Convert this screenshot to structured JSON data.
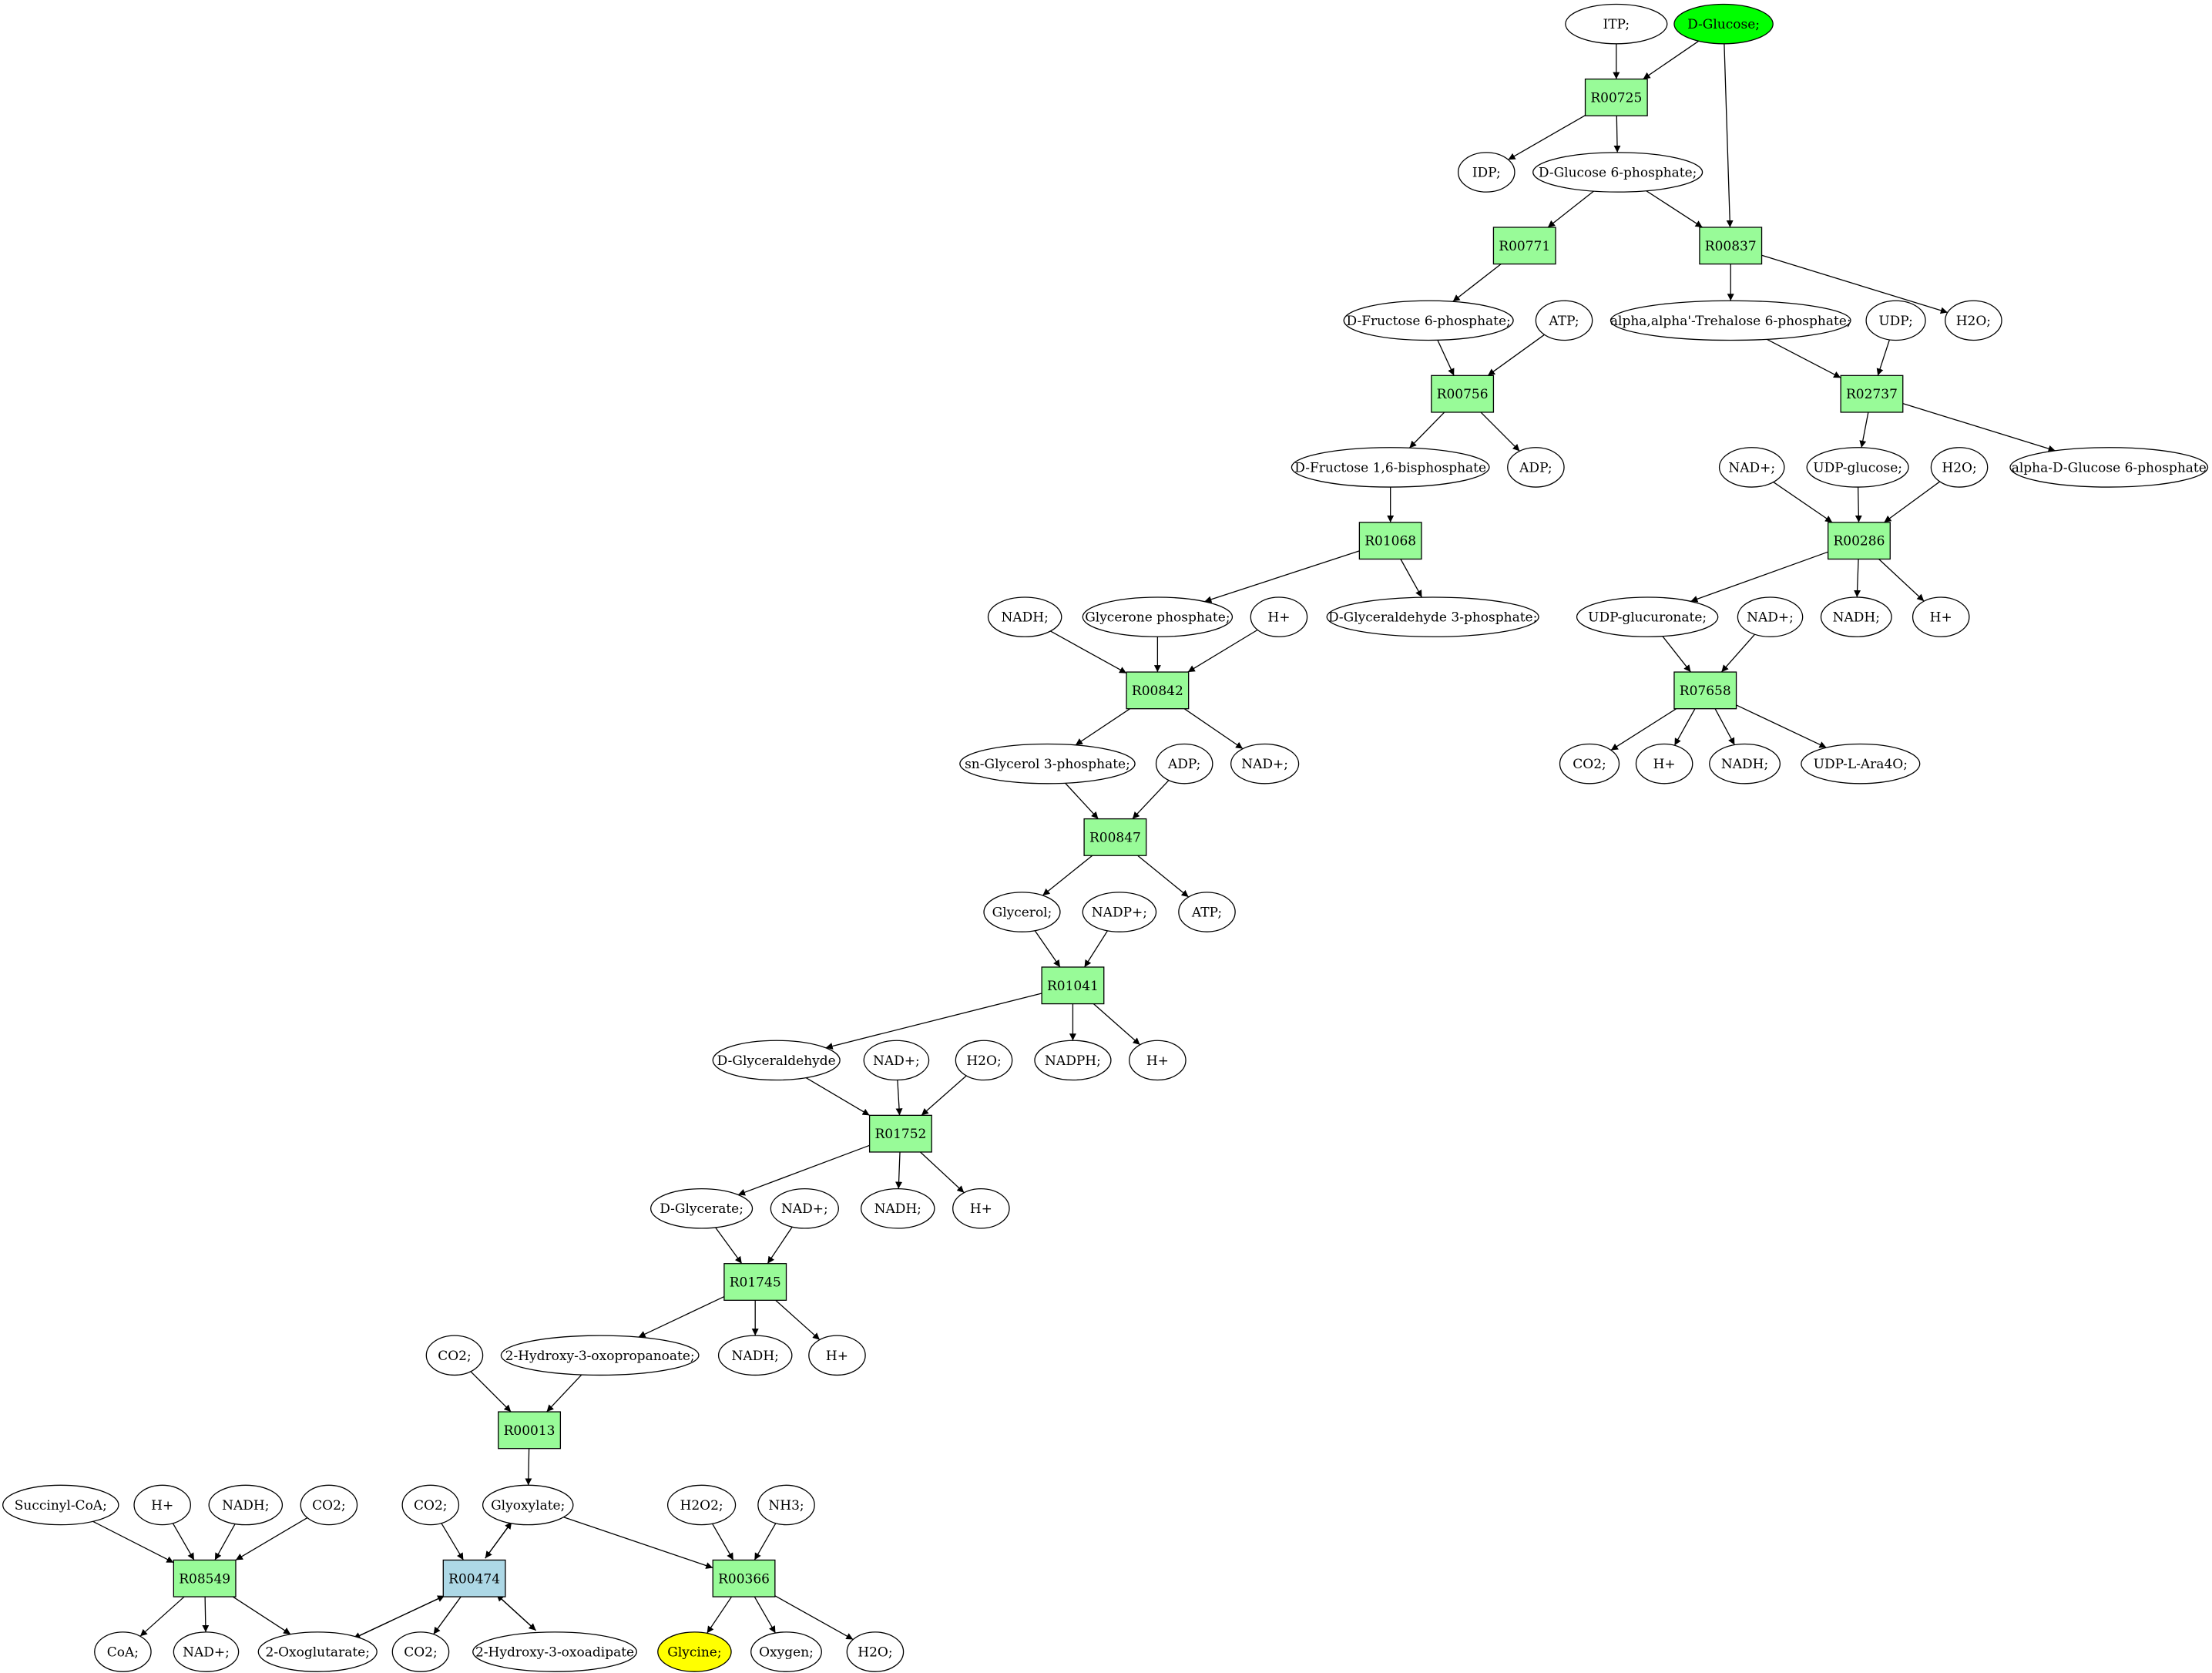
{
  "colors": {
    "compound_default": "#ffffff",
    "reaction_default": "#98fb98",
    "reaction_highlight": "#add8e6",
    "source_compound": "#00ff00",
    "target_compound": "#ffff00"
  },
  "compounds": [
    {
      "id": "itp",
      "label": "ITP;"
    },
    {
      "id": "dglucose",
      "label": "D-Glucose;",
      "fill": "#00ff00"
    },
    {
      "id": "idp",
      "label": "IDP;"
    },
    {
      "id": "g6p",
      "label": "D-Glucose 6-phosphate;"
    },
    {
      "id": "f6p",
      "label": "D-Fructose 6-phosphate;"
    },
    {
      "id": "atp1",
      "label": "ATP;"
    },
    {
      "id": "trehalose6p",
      "label": "alpha,alpha'-Trehalose 6-phosphate;"
    },
    {
      "id": "udp",
      "label": "UDP;"
    },
    {
      "id": "h2o1",
      "label": "H2O;"
    },
    {
      "id": "fbp",
      "label": "D-Fructose 1,6-bisphosphate"
    },
    {
      "id": "adp1",
      "label": "ADP;"
    },
    {
      "id": "nadp1",
      "label": "NAD+;"
    },
    {
      "id": "udpglc",
      "label": "UDP-glucose;"
    },
    {
      "id": "h2o2",
      "label": "H2O;"
    },
    {
      "id": "aglc6p",
      "label": "alpha-D-Glucose 6-phosphate"
    },
    {
      "id": "nadh1",
      "label": "NADH;"
    },
    {
      "id": "dhap",
      "label": "Glycerone phosphate;"
    },
    {
      "id": "hplus1",
      "label": "H+"
    },
    {
      "id": "gap",
      "label": "D-Glyceraldehyde 3-phosphate;"
    },
    {
      "id": "udpglcu",
      "label": "UDP-glucuronate;"
    },
    {
      "id": "nadp2",
      "label": "NAD+;"
    },
    {
      "id": "nadh2",
      "label": "NADH;"
    },
    {
      "id": "hplus2",
      "label": "H+"
    },
    {
      "id": "g3p",
      "label": "sn-Glycerol 3-phosphate;"
    },
    {
      "id": "adp2",
      "label": "ADP;"
    },
    {
      "id": "nadp3",
      "label": "NAD+;"
    },
    {
      "id": "co2a",
      "label": "CO2;"
    },
    {
      "id": "hplus3",
      "label": "H+"
    },
    {
      "id": "nadh3",
      "label": "NADH;"
    },
    {
      "id": "udpara",
      "label": "UDP-L-Ara4O;"
    },
    {
      "id": "glycerol",
      "label": "Glycerol;"
    },
    {
      "id": "nadpplus",
      "label": "NADP+;"
    },
    {
      "id": "atp2",
      "label": "ATP;"
    },
    {
      "id": "glyceraldehyde",
      "label": "D-Glyceraldehyde"
    },
    {
      "id": "nadp4",
      "label": "NAD+;"
    },
    {
      "id": "h2o3",
      "label": "H2O;"
    },
    {
      "id": "nadph",
      "label": "NADPH;"
    },
    {
      "id": "hplus4",
      "label": "H+"
    },
    {
      "id": "glycerate",
      "label": "D-Glycerate;"
    },
    {
      "id": "nadp5",
      "label": "NAD+;"
    },
    {
      "id": "nadh4",
      "label": "NADH;"
    },
    {
      "id": "hplus5",
      "label": "H+"
    },
    {
      "id": "co2b",
      "label": "CO2;"
    },
    {
      "id": "hydroxyoxo",
      "label": "2-Hydroxy-3-oxopropanoate;"
    },
    {
      "id": "nadh5",
      "label": "NADH;"
    },
    {
      "id": "hplus6",
      "label": "H+"
    },
    {
      "id": "succoa",
      "label": "Succinyl-CoA;"
    },
    {
      "id": "hplus7",
      "label": "H+"
    },
    {
      "id": "nadh6",
      "label": "NADH;"
    },
    {
      "id": "co2c",
      "label": "CO2;"
    },
    {
      "id": "co2d",
      "label": "CO2;"
    },
    {
      "id": "glyoxylate",
      "label": "Glyoxylate;"
    },
    {
      "id": "h2o2b",
      "label": "H2O2;"
    },
    {
      "id": "nh3",
      "label": "NH3;"
    },
    {
      "id": "coa",
      "label": "CoA;"
    },
    {
      "id": "nadp6",
      "label": "NAD+;"
    },
    {
      "id": "oxoglutarate",
      "label": "2-Oxoglutarate;"
    },
    {
      "id": "co2e",
      "label": "CO2;"
    },
    {
      "id": "hydroxyadipate",
      "label": "2-Hydroxy-3-oxoadipate"
    },
    {
      "id": "glycine",
      "label": "Glycine;",
      "fill": "#ffff00"
    },
    {
      "id": "oxygen",
      "label": "Oxygen;"
    },
    {
      "id": "h2o4",
      "label": "H2O;"
    }
  ],
  "reactions": [
    {
      "id": "R00725",
      "label": "R00725"
    },
    {
      "id": "R00771",
      "label": "R00771"
    },
    {
      "id": "R00837",
      "label": "R00837"
    },
    {
      "id": "R00756",
      "label": "R00756"
    },
    {
      "id": "R02737",
      "label": "R02737"
    },
    {
      "id": "R01068",
      "label": "R01068"
    },
    {
      "id": "R00286",
      "label": "R00286"
    },
    {
      "id": "R00842",
      "label": "R00842"
    },
    {
      "id": "R07658",
      "label": "R07658"
    },
    {
      "id": "R00847",
      "label": "R00847"
    },
    {
      "id": "R01041",
      "label": "R01041"
    },
    {
      "id": "R01752",
      "label": "R01752"
    },
    {
      "id": "R01745",
      "label": "R01745"
    },
    {
      "id": "R00013",
      "label": "R00013"
    },
    {
      "id": "R08549",
      "label": "R08549"
    },
    {
      "id": "R00474",
      "label": "R00474",
      "fill": "#add8e6"
    },
    {
      "id": "R00366",
      "label": "R00366"
    }
  ],
  "edges": [
    [
      "itp",
      "R00725"
    ],
    [
      "dglucose",
      "R00725"
    ],
    [
      "R00725",
      "idp"
    ],
    [
      "R00725",
      "g6p"
    ],
    [
      "dglucose",
      "R00837"
    ],
    [
      "g6p",
      "R00771"
    ],
    [
      "g6p",
      "R00837"
    ],
    [
      "R00771",
      "f6p"
    ],
    [
      "R00837",
      "trehalose6p"
    ],
    [
      "R00837",
      "h2o1"
    ],
    [
      "f6p",
      "R00756"
    ],
    [
      "atp1",
      "R00756"
    ],
    [
      "R00756",
      "fbp"
    ],
    [
      "R00756",
      "adp1"
    ],
    [
      "trehalose6p",
      "R02737"
    ],
    [
      "udp",
      "R02737"
    ],
    [
      "R02737",
      "udpglc"
    ],
    [
      "R02737",
      "aglc6p"
    ],
    [
      "fbp",
      "R01068"
    ],
    [
      "R01068",
      "dhap"
    ],
    [
      "R01068",
      "gap"
    ],
    [
      "nadp1",
      "R00286"
    ],
    [
      "udpglc",
      "R00286"
    ],
    [
      "h2o2",
      "R00286"
    ],
    [
      "R00286",
      "udpglcu"
    ],
    [
      "R00286",
      "nadh2"
    ],
    [
      "R00286",
      "hplus2"
    ],
    [
      "nadh1",
      "R00842"
    ],
    [
      "dhap",
      "R00842"
    ],
    [
      "hplus1",
      "R00842"
    ],
    [
      "R00842",
      "g3p"
    ],
    [
      "R00842",
      "nadp3"
    ],
    [
      "udpglcu",
      "R07658"
    ],
    [
      "nadp2",
      "R07658"
    ],
    [
      "R07658",
      "co2a"
    ],
    [
      "R07658",
      "hplus3"
    ],
    [
      "R07658",
      "nadh3"
    ],
    [
      "R07658",
      "udpara"
    ],
    [
      "g3p",
      "R00847"
    ],
    [
      "adp2",
      "R00847"
    ],
    [
      "R00847",
      "glycerol"
    ],
    [
      "R00847",
      "atp2"
    ],
    [
      "glycerol",
      "R01041"
    ],
    [
      "nadpplus",
      "R01041"
    ],
    [
      "R01041",
      "glyceraldehyde"
    ],
    [
      "R01041",
      "nadph"
    ],
    [
      "R01041",
      "hplus4"
    ],
    [
      "glyceraldehyde",
      "R01752"
    ],
    [
      "nadp4",
      "R01752"
    ],
    [
      "h2o3",
      "R01752"
    ],
    [
      "R01752",
      "glycerate"
    ],
    [
      "R01752",
      "nadh4"
    ],
    [
      "R01752",
      "hplus5"
    ],
    [
      "glycerate",
      "R01745"
    ],
    [
      "nadp5",
      "R01745"
    ],
    [
      "R01745",
      "hydroxyoxo"
    ],
    [
      "R01745",
      "nadh5"
    ],
    [
      "R01745",
      "hplus6"
    ],
    [
      "co2b",
      "R00013"
    ],
    [
      "hydroxyoxo",
      "R00013"
    ],
    [
      "R00013",
      "glyoxylate"
    ],
    [
      "succoa",
      "R08549"
    ],
    [
      "hplus7",
      "R08549"
    ],
    [
      "nadh6",
      "R08549"
    ],
    [
      "co2c",
      "R08549"
    ],
    [
      "R08549",
      "coa"
    ],
    [
      "R08549",
      "nadp6"
    ],
    [
      "R08549",
      "oxoglutarate"
    ],
    [
      "co2d",
      "R00474"
    ],
    [
      "glyoxylate",
      "R00474"
    ],
    [
      "R00474",
      "glyoxylate"
    ],
    [
      "oxoglutarate",
      "R00474"
    ],
    [
      "R00474",
      "oxoglutarate"
    ],
    [
      "R00474",
      "co2e"
    ],
    [
      "hydroxyadipate",
      "R00474"
    ],
    [
      "R00474",
      "hydroxyadipate"
    ],
    [
      "glyoxylate",
      "R00366"
    ],
    [
      "h2o2b",
      "R00366"
    ],
    [
      "nh3",
      "R00366"
    ],
    [
      "R00366",
      "glycine"
    ],
    [
      "R00366",
      "oxygen"
    ],
    [
      "R00366",
      "h2o4"
    ]
  ]
}
